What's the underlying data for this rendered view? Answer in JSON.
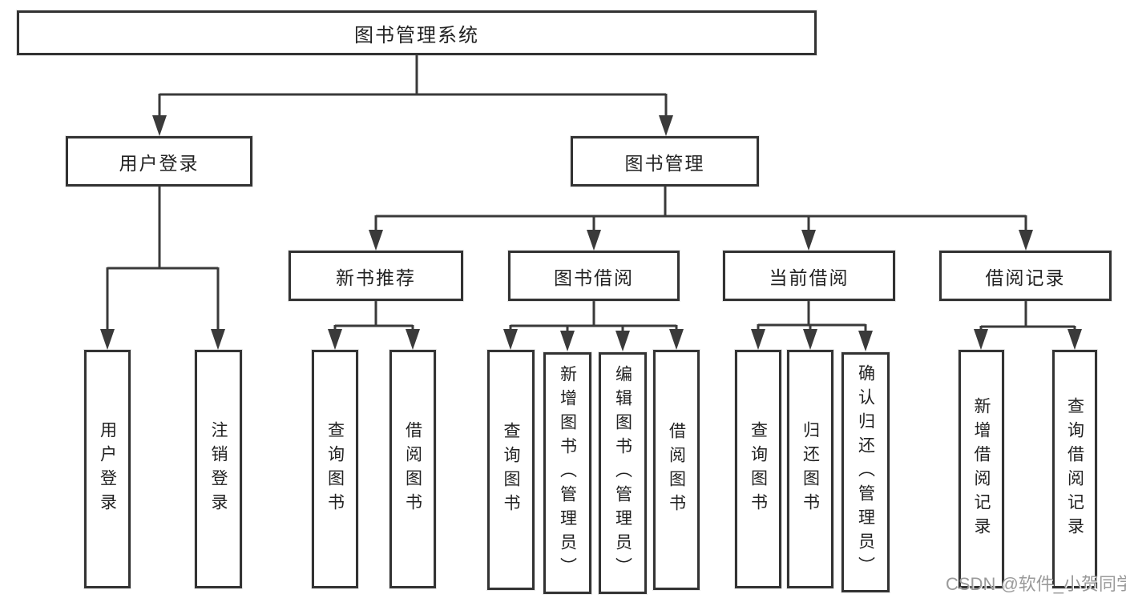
{
  "colors": {
    "line": "#3a3a3a",
    "box_border": "#333333",
    "text": "#222222",
    "watermark": "#9a9a9a",
    "background": "#ffffff"
  },
  "watermark": "CSDN @软件_小贺同学",
  "nodes": {
    "root": "图书管理系统",
    "user_login": {
      "label": "用户登录",
      "children": [
        "用户登录",
        "注销登录"
      ]
    },
    "book_mgmt": {
      "label": "图书管理"
    },
    "new_book_rec": {
      "label": "新书推荐",
      "children": [
        "查询图书",
        "借阅图书"
      ]
    },
    "book_borrow": {
      "label": "图书借阅",
      "children": [
        "查询图书",
        "新增图书（管理员）",
        "编辑图书（管理员）",
        "借阅图书"
      ]
    },
    "current_borrow": {
      "label": "当前借阅",
      "children": [
        "查询图书",
        "归还图书",
        "确认归还（管理员）"
      ]
    },
    "borrow_record": {
      "label": "借阅记录",
      "children": [
        "新增借阅记录",
        "查询借阅记录"
      ]
    }
  }
}
